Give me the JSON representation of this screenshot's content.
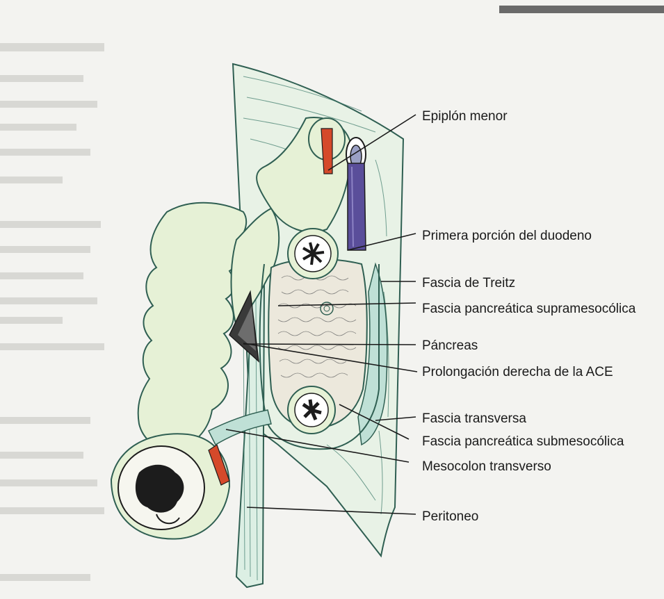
{
  "diagram": {
    "labels": [
      {
        "id": "epiplon",
        "text": "Epiplón menor"
      },
      {
        "id": "duodeno",
        "text": "Primera porción del duodeno"
      },
      {
        "id": "treitz",
        "text": "Fascia de Treitz"
      },
      {
        "id": "supramesocolica",
        "text": "Fascia pancreática supramesocólica"
      },
      {
        "id": "pancreas",
        "text": "Páncreas"
      },
      {
        "id": "ace",
        "text": "Prolongación derecha de la ACE"
      },
      {
        "id": "transversa",
        "text": "Fascia transversa"
      },
      {
        "id": "submesocolica",
        "text": "Fascia pancreática submesocólica"
      },
      {
        "id": "mesocolon",
        "text": "Mesocolon transverso"
      },
      {
        "id": "peritoneo",
        "text": "Peritoneo"
      }
    ]
  },
  "colors": {
    "tissue": "#e6f1d6",
    "tissue_outline": "#2f5f52",
    "fascia": "#bfe0d6",
    "pancreas": "#ece8dc",
    "vessel_red": "#d5492a",
    "vessel_blue": "#5a4e9a",
    "lumen": "#1c1c1c",
    "header_bar": "#6a6a6a"
  }
}
